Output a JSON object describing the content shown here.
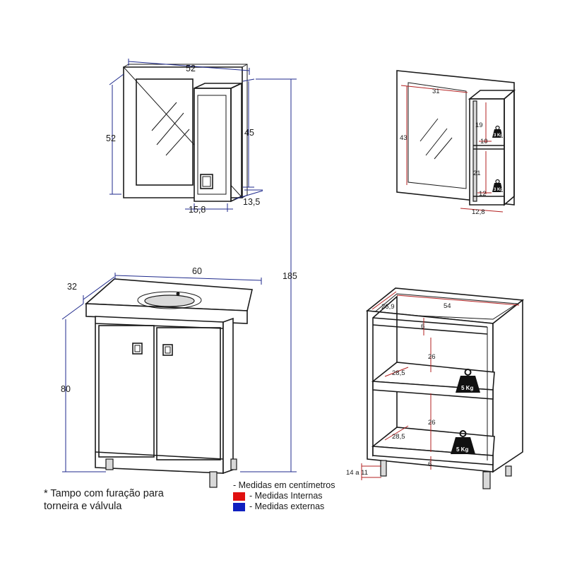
{
  "mirror_cabinet_front": {
    "width": "52",
    "height": "52",
    "cabinet_height": "45",
    "cabinet_width": "15,8",
    "cabinet_depth": "13,5"
  },
  "mirror_cabinet_interior": {
    "mirror_width": "31",
    "mirror_height": "43",
    "shelf_height_top": "19",
    "shelf_depth_top": "10",
    "shelf_height_bottom": "21",
    "shelf_depth_bottom": "12",
    "cabinet_width": "12,8",
    "weight_label_top": "3 Kg",
    "weight_label_bottom": "3 Kg"
  },
  "vanity_front": {
    "width": "60",
    "depth": "32",
    "height": "80"
  },
  "total_height": "185",
  "vanity_interior": {
    "depth": "26,9",
    "width": "54",
    "top_gap": "6",
    "upper_height": "26",
    "upper_shelf_depth": "28,5",
    "lower_height": "26",
    "lower_shelf_depth": "28,5",
    "bottom_gap": "6",
    "feet_height": "14 a 11",
    "weight_label_upper": "5 Kg",
    "weight_label_lower": "5 Kg"
  },
  "footnote": {
    "line1": "* Tampo com furação para",
    "line2": "torneira e válvula"
  },
  "legend": {
    "title": "- Medidas em centímetros",
    "internal": "- Medidas Internas",
    "external": "- Medidas externas",
    "internal_color": "#e01010",
    "external_color": "#1020c0"
  }
}
